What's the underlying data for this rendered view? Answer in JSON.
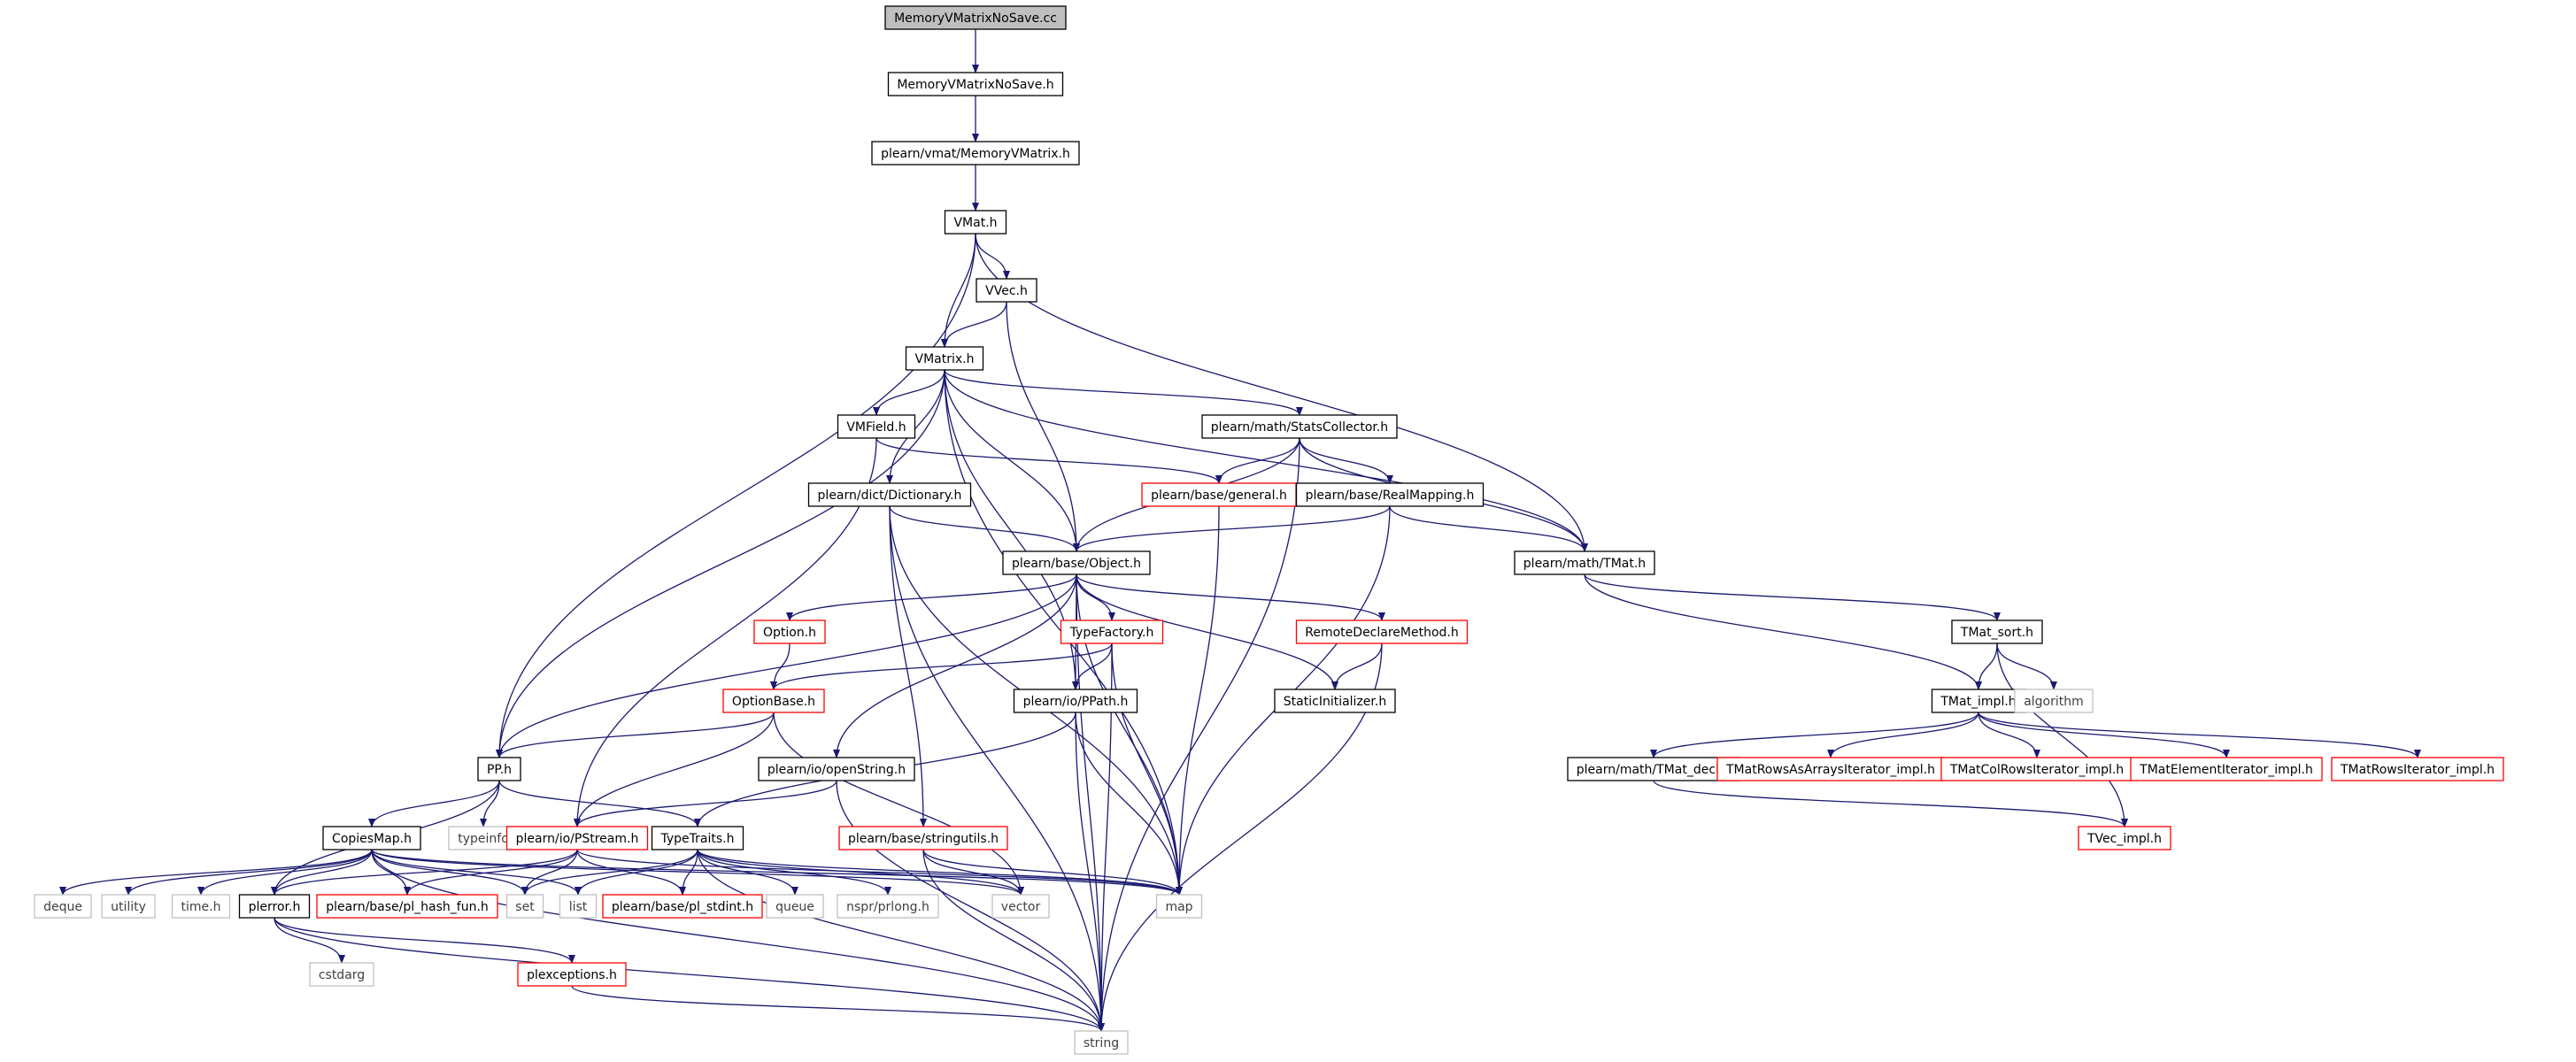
{
  "colors": {
    "edge": "#191970",
    "border_normal": "#000000",
    "border_truncated": "#ff0000",
    "border_system": "#bfbfbf",
    "text_normal": "#000000",
    "text_system": "#404040",
    "root_fill": "#bfbfbf",
    "node_fill": "#ffffff"
  },
  "nodes": [
    {
      "id": "MemoryVMatrixNoSave_cc",
      "label": "MemoryVMatrixNoSave.cc",
      "kind": "root"
    },
    {
      "id": "MemoryVMatrixNoSave_h",
      "label": "MemoryVMatrixNoSave.h",
      "kind": "normal"
    },
    {
      "id": "MemoryVMatrix_h",
      "label": "plearn/vmat/MemoryVMatrix.h",
      "kind": "normal"
    },
    {
      "id": "VMat_h",
      "label": "VMat.h",
      "kind": "normal"
    },
    {
      "id": "VVec_h",
      "label": "VVec.h",
      "kind": "normal"
    },
    {
      "id": "VMatrix_h",
      "label": "VMatrix.h",
      "kind": "normal"
    },
    {
      "id": "VMField_h",
      "label": "VMField.h",
      "kind": "normal"
    },
    {
      "id": "StatsCollector_h",
      "label": "plearn/math/StatsCollector.h",
      "kind": "normal"
    },
    {
      "id": "Dictionary_h",
      "label": "plearn/dict/Dictionary.h",
      "kind": "normal"
    },
    {
      "id": "general_h",
      "label": "plearn/base/general.h",
      "kind": "truncated"
    },
    {
      "id": "RealMapping_h",
      "label": "plearn/base/RealMapping.h",
      "kind": "normal"
    },
    {
      "id": "TMat_h",
      "label": "plearn/math/TMat.h",
      "kind": "normal"
    },
    {
      "id": "Object_h",
      "label": "plearn/base/Object.h",
      "kind": "normal"
    },
    {
      "id": "Option_h",
      "label": "Option.h",
      "kind": "truncated"
    },
    {
      "id": "TypeFactory_h",
      "label": "TypeFactory.h",
      "kind": "truncated"
    },
    {
      "id": "RemoteDeclareMethod_h",
      "label": "RemoteDeclareMethod.h",
      "kind": "truncated"
    },
    {
      "id": "TMat_sort_h",
      "label": "TMat_sort.h",
      "kind": "normal"
    },
    {
      "id": "OptionBase_h",
      "label": "OptionBase.h",
      "kind": "truncated"
    },
    {
      "id": "PPath_h",
      "label": "plearn/io/PPath.h",
      "kind": "normal"
    },
    {
      "id": "StaticInitializer_h",
      "label": "StaticInitializer.h",
      "kind": "normal"
    },
    {
      "id": "TMat_impl_h",
      "label": "TMat_impl.h",
      "kind": "normal"
    },
    {
      "id": "algorithm",
      "label": "algorithm",
      "kind": "system"
    },
    {
      "id": "openString_h",
      "label": "plearn/io/openString.h",
      "kind": "normal"
    },
    {
      "id": "PP_h",
      "label": "PP.h",
      "kind": "normal"
    },
    {
      "id": "typeinfo",
      "label": "typeinfo",
      "kind": "system"
    },
    {
      "id": "TMat_decl_h",
      "label": "plearn/math/TMat_decl.h",
      "kind": "normal"
    },
    {
      "id": "TMatRowsAsArraysIterator_impl_h",
      "label": "TMatRowsAsArraysIterator_impl.h",
      "kind": "truncated"
    },
    {
      "id": "TMatColRowsIterator_impl_h",
      "label": "TMatColRowsIterator_impl.h",
      "kind": "truncated"
    },
    {
      "id": "TMatElementIterator_impl_h",
      "label": "TMatElementIterator_impl.h",
      "kind": "truncated"
    },
    {
      "id": "TMatRowsIterator_impl_h",
      "label": "TMatRowsIterator_impl.h",
      "kind": "truncated"
    },
    {
      "id": "CopiesMap_h",
      "label": "CopiesMap.h",
      "kind": "normal"
    },
    {
      "id": "PStream_h",
      "label": "plearn/io/PStream.h",
      "kind": "truncated"
    },
    {
      "id": "TypeTraits_h",
      "label": "TypeTraits.h",
      "kind": "normal"
    },
    {
      "id": "stringutils_h",
      "label": "plearn/base/stringutils.h",
      "kind": "truncated"
    },
    {
      "id": "TVec_impl_h",
      "label": "TVec_impl.h",
      "kind": "truncated"
    },
    {
      "id": "deque",
      "label": "deque",
      "kind": "system"
    },
    {
      "id": "utility",
      "label": "utility",
      "kind": "system"
    },
    {
      "id": "time_h",
      "label": "time.h",
      "kind": "system"
    },
    {
      "id": "plerror_h",
      "label": "plerror.h",
      "kind": "normal"
    },
    {
      "id": "pl_hash_fun_h",
      "label": "plearn/base/pl_hash_fun.h",
      "kind": "truncated"
    },
    {
      "id": "set",
      "label": "set",
      "kind": "system"
    },
    {
      "id": "list",
      "label": "list",
      "kind": "system"
    },
    {
      "id": "pl_stdint_h",
      "label": "plearn/base/pl_stdint.h",
      "kind": "truncated"
    },
    {
      "id": "queue",
      "label": "queue",
      "kind": "system"
    },
    {
      "id": "prlong_h",
      "label": "nspr/prlong.h",
      "kind": "system"
    },
    {
      "id": "vector",
      "label": "vector",
      "kind": "system"
    },
    {
      "id": "map",
      "label": "map",
      "kind": "system"
    },
    {
      "id": "cstdarg",
      "label": "cstdarg",
      "kind": "system"
    },
    {
      "id": "plexceptions_h",
      "label": "plexceptions.h",
      "kind": "truncated"
    },
    {
      "id": "string",
      "label": "string",
      "kind": "system"
    }
  ],
  "edges": [
    [
      "MemoryVMatrixNoSave_cc",
      "MemoryVMatrixNoSave_h"
    ],
    [
      "MemoryVMatrixNoSave_h",
      "MemoryVMatrix_h"
    ],
    [
      "MemoryVMatrix_h",
      "VMat_h"
    ],
    [
      "VMat_h",
      "VVec_h"
    ],
    [
      "VMat_h",
      "VMatrix_h"
    ],
    [
      "VMat_h",
      "TMat_h"
    ],
    [
      "VMat_h",
      "PP_h"
    ],
    [
      "VVec_h",
      "VMatrix_h"
    ],
    [
      "VVec_h",
      "Object_h"
    ],
    [
      "VMatrix_h",
      "VMField_h"
    ],
    [
      "VMatrix_h",
      "StatsCollector_h"
    ],
    [
      "VMatrix_h",
      "Dictionary_h"
    ],
    [
      "VMatrix_h",
      "Object_h"
    ],
    [
      "VMatrix_h",
      "TMat_h"
    ],
    [
      "VMatrix_h",
      "PPath_h"
    ],
    [
      "VMatrix_h",
      "PP_h"
    ],
    [
      "VMatrix_h",
      "map"
    ],
    [
      "VMField_h",
      "general_h"
    ],
    [
      "VMField_h",
      "PStream_h"
    ],
    [
      "StatsCollector_h",
      "general_h"
    ],
    [
      "StatsCollector_h",
      "RealMapping_h"
    ],
    [
      "StatsCollector_h",
      "TMat_h"
    ],
    [
      "StatsCollector_h",
      "Object_h"
    ],
    [
      "StatsCollector_h",
      "string"
    ],
    [
      "Dictionary_h",
      "Object_h"
    ],
    [
      "Dictionary_h",
      "stringutils_h"
    ],
    [
      "Dictionary_h",
      "map"
    ],
    [
      "Dictionary_h",
      "string"
    ],
    [
      "general_h",
      "map"
    ],
    [
      "RealMapping_h",
      "Object_h"
    ],
    [
      "RealMapping_h",
      "TMat_h"
    ],
    [
      "RealMapping_h",
      "map"
    ],
    [
      "TMat_h",
      "TMat_sort_h"
    ],
    [
      "TMat_h",
      "TMat_impl_h"
    ],
    [
      "Object_h",
      "Option_h"
    ],
    [
      "Object_h",
      "TypeFactory_h"
    ],
    [
      "Object_h",
      "RemoteDeclareMethod_h"
    ],
    [
      "Object_h",
      "StaticInitializer_h"
    ],
    [
      "Object_h",
      "PPath_h"
    ],
    [
      "Object_h",
      "openString_h"
    ],
    [
      "Object_h",
      "PP_h"
    ],
    [
      "Object_h",
      "map"
    ],
    [
      "Object_h",
      "string"
    ],
    [
      "Option_h",
      "OptionBase_h"
    ],
    [
      "TypeFactory_h",
      "OptionBase_h"
    ],
    [
      "TypeFactory_h",
      "PPath_h"
    ],
    [
      "TypeFactory_h",
      "map"
    ],
    [
      "TypeFactory_h",
      "string"
    ],
    [
      "RemoteDeclareMethod_h",
      "StaticInitializer_h"
    ],
    [
      "RemoteDeclareMethod_h",
      "string"
    ],
    [
      "TMat_sort_h",
      "TMat_impl_h"
    ],
    [
      "TMat_sort_h",
      "algorithm"
    ],
    [
      "TMat_sort_h",
      "TVec_impl_h"
    ],
    [
      "OptionBase_h",
      "PP_h"
    ],
    [
      "OptionBase_h",
      "PStream_h"
    ],
    [
      "OptionBase_h",
      "vector"
    ],
    [
      "PPath_h",
      "TypeTraits_h"
    ],
    [
      "PPath_h",
      "map"
    ],
    [
      "PPath_h",
      "string"
    ],
    [
      "TMat_impl_h",
      "TMat_decl_h"
    ],
    [
      "TMat_impl_h",
      "TMatRowsAsArraysIterator_impl_h"
    ],
    [
      "TMat_impl_h",
      "TMatColRowsIterator_impl_h"
    ],
    [
      "TMat_impl_h",
      "TMatElementIterator_impl_h"
    ],
    [
      "TMat_impl_h",
      "TMatRowsIterator_impl_h"
    ],
    [
      "TMat_decl_h",
      "TVec_impl_h"
    ],
    [
      "openString_h",
      "PStream_h"
    ],
    [
      "openString_h",
      "string"
    ],
    [
      "PP_h",
      "CopiesMap_h"
    ],
    [
      "PP_h",
      "TypeTraits_h"
    ],
    [
      "PP_h",
      "typeinfo"
    ],
    [
      "PP_h",
      "plerror_h"
    ],
    [
      "CopiesMap_h",
      "deque"
    ],
    [
      "CopiesMap_h",
      "utility"
    ],
    [
      "CopiesMap_h",
      "time_h"
    ],
    [
      "CopiesMap_h",
      "plerror_h"
    ],
    [
      "CopiesMap_h",
      "pl_hash_fun_h"
    ],
    [
      "CopiesMap_h",
      "set"
    ],
    [
      "CopiesMap_h",
      "list"
    ],
    [
      "CopiesMap_h",
      "vector"
    ],
    [
      "CopiesMap_h",
      "map"
    ],
    [
      "CopiesMap_h",
      "string"
    ],
    [
      "PStream_h",
      "plerror_h"
    ],
    [
      "PStream_h",
      "pl_hash_fun_h"
    ],
    [
      "PStream_h",
      "set"
    ],
    [
      "PStream_h",
      "pl_stdint_h"
    ],
    [
      "PStream_h",
      "map"
    ],
    [
      "TypeTraits_h",
      "set"
    ],
    [
      "TypeTraits_h",
      "list"
    ],
    [
      "TypeTraits_h",
      "pl_stdint_h"
    ],
    [
      "TypeTraits_h",
      "queue"
    ],
    [
      "TypeTraits_h",
      "prlong_h"
    ],
    [
      "TypeTraits_h",
      "vector"
    ],
    [
      "TypeTraits_h",
      "map"
    ],
    [
      "TypeTraits_h",
      "string"
    ],
    [
      "stringutils_h",
      "vector"
    ],
    [
      "stringutils_h",
      "map"
    ],
    [
      "stringutils_h",
      "string"
    ],
    [
      "plerror_h",
      "cstdarg"
    ],
    [
      "plerror_h",
      "plexceptions_h"
    ],
    [
      "plerror_h",
      "string"
    ],
    [
      "plexceptions_h",
      "string"
    ]
  ]
}
